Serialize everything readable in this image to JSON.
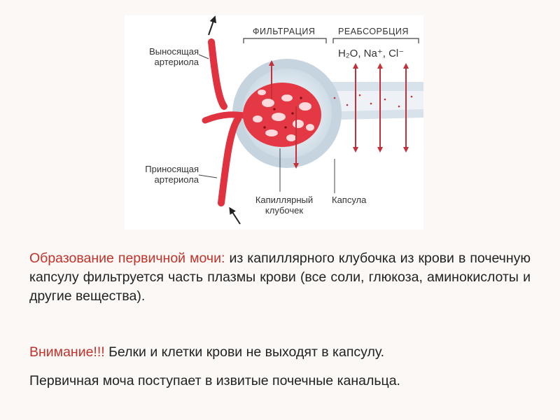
{
  "diagram": {
    "labels": {
      "efferent": [
        "Выносящая",
        "артериола"
      ],
      "afferent": [
        "Приносящая",
        "артериола"
      ],
      "glomerulus": [
        "Капиллярный",
        "клубочек"
      ],
      "capsule": "Капсула",
      "filtration": "ФИЛЬТРАЦИЯ",
      "reabsorption": "РЕАБСОРБЦИЯ",
      "ions": "H₂O, Na⁺, Cl⁻"
    }
  },
  "text": {
    "p1_heading": "Образование первичной мочи:",
    "p1_body": " из капиллярного клубочка из крови в почечную капсулу фильтруется часть плазмы крови (все соли, глюкоза, аминокислоты и другие вещества).",
    "p2_heading": "Внимание!!!",
    "p2_body": " Белки и клетки крови не выходят в капсулу.",
    "p3": "Первичная моча поступает в извитые почечные канальца."
  },
  "colors": {
    "accent": "#c0322a",
    "vessel": "#e0323f"
  }
}
